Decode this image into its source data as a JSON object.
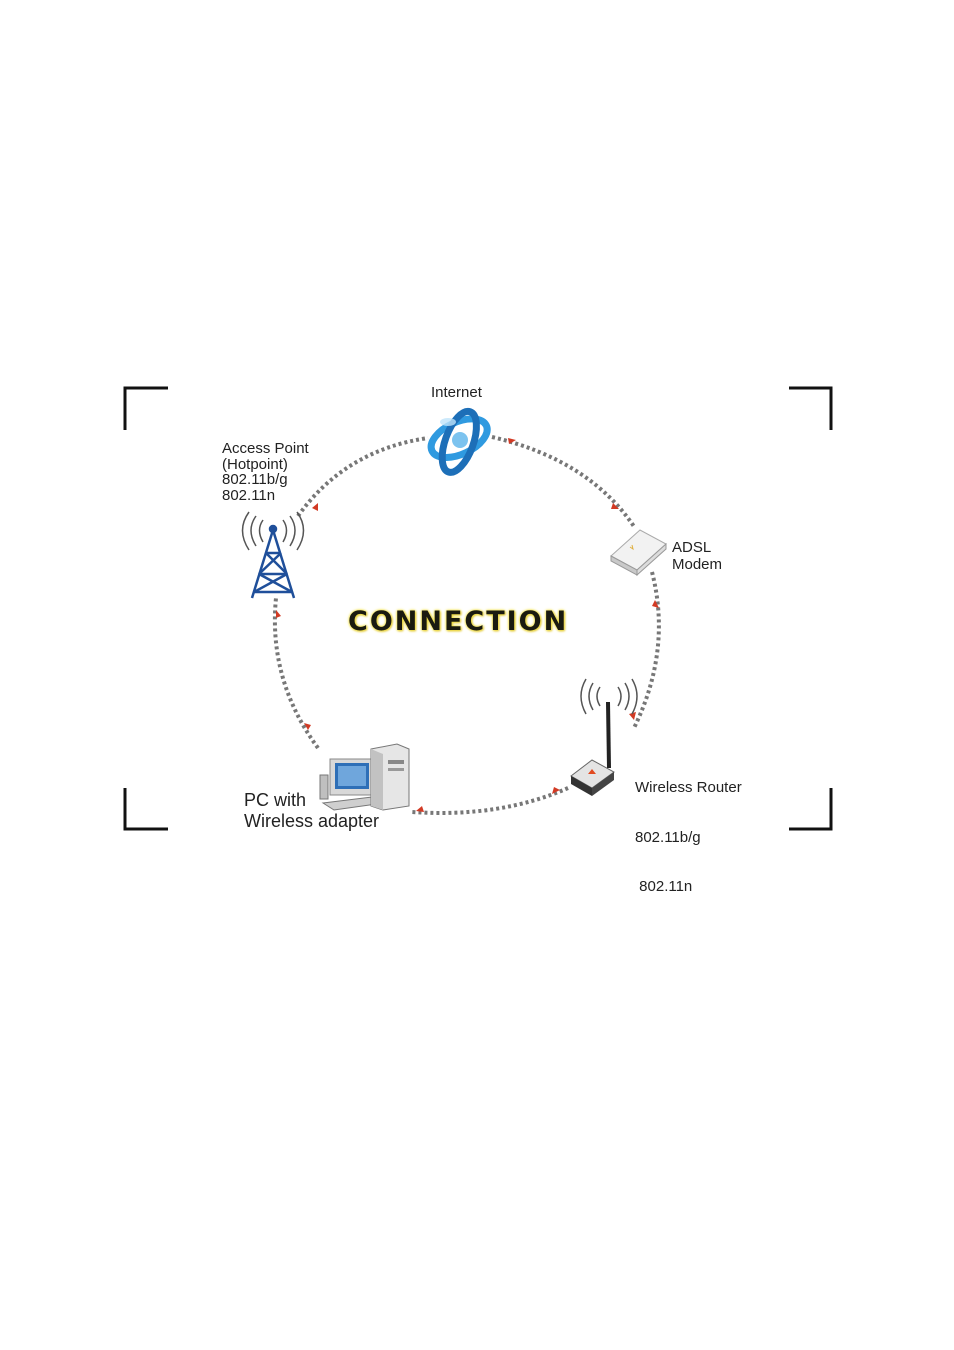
{
  "title": "CONNECTION",
  "nodes": {
    "internet": {
      "lines": [
        "Internet"
      ]
    },
    "access_point": {
      "lines": [
        "Access Point",
        "(Hotpoint)",
        "802.11b/g",
        "802.11n"
      ]
    },
    "adsl_modem": {
      "lines": [
        "ADSL",
        "Modem"
      ]
    },
    "wireless_router": {
      "lines": [
        "Wireless Router",
        "802.11b/g",
        " 802.11n"
      ]
    },
    "pc": {
      "lines": [
        "PC with",
        "Wireless adapter"
      ]
    }
  },
  "icons": {
    "internet": "globe-orbit-icon",
    "access_point": "antenna-tower-icon",
    "adsl_modem": "adsl-modem-icon",
    "wireless_router": "wireless-router-icon",
    "pc": "desktop-computer-icon"
  },
  "colors": {
    "ring": "#777777",
    "arrow": "#d23a24",
    "tower": "#1f4f9a",
    "globe": "#2a8fd6",
    "title_glow": "#f3e34a"
  }
}
